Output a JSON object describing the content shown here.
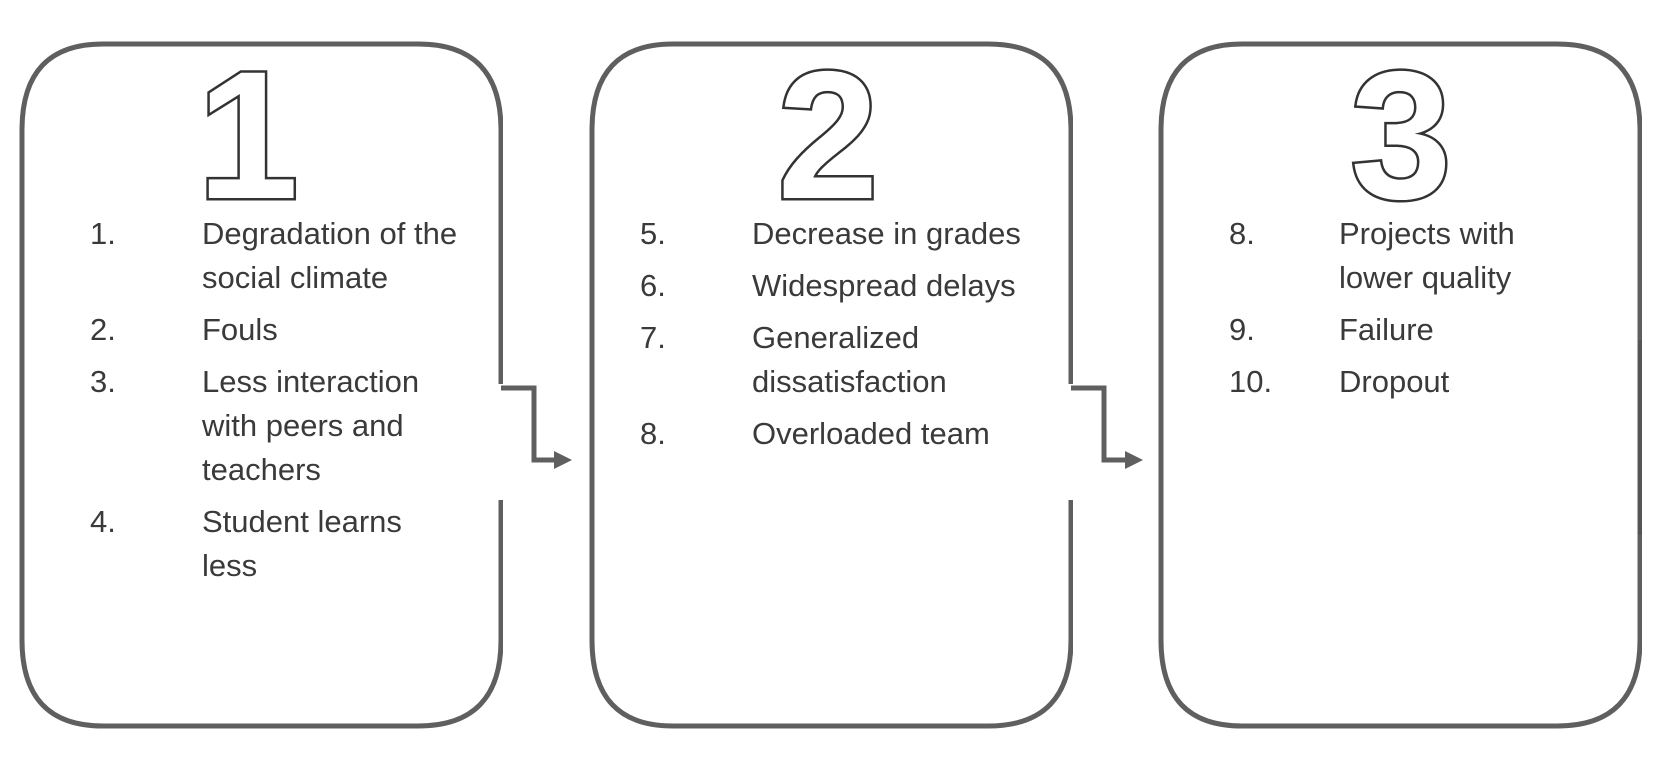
{
  "stages": [
    {
      "number": "1",
      "items": [
        {
          "num": "1.",
          "text": "Degradation of the social climate"
        },
        {
          "num": "2.",
          "text": "Fouls"
        },
        {
          "num": "3.",
          "text": "Less interaction with peers and teachers"
        },
        {
          "num": "4.",
          "text": "Student learns less"
        }
      ]
    },
    {
      "number": "2",
      "items": [
        {
          "num": "5.",
          "text": "Decrease in grades"
        },
        {
          "num": "6.",
          "text": "Widespread delays"
        },
        {
          "num": "7.",
          "text": "Generalized dissatisfaction"
        },
        {
          "num": "8.",
          "text": "Overloaded team"
        }
      ]
    },
    {
      "number": "3",
      "items": [
        {
          "num": "8.",
          "text": "Projects with lower quality"
        },
        {
          "num": "9.",
          "text": "Failure"
        },
        {
          "num": "10.",
          "text": "Dropout"
        }
      ]
    }
  ],
  "colors": {
    "border": "#5f5f5f",
    "text": "#3a3a3a",
    "arrow": "#5f5f5f"
  }
}
